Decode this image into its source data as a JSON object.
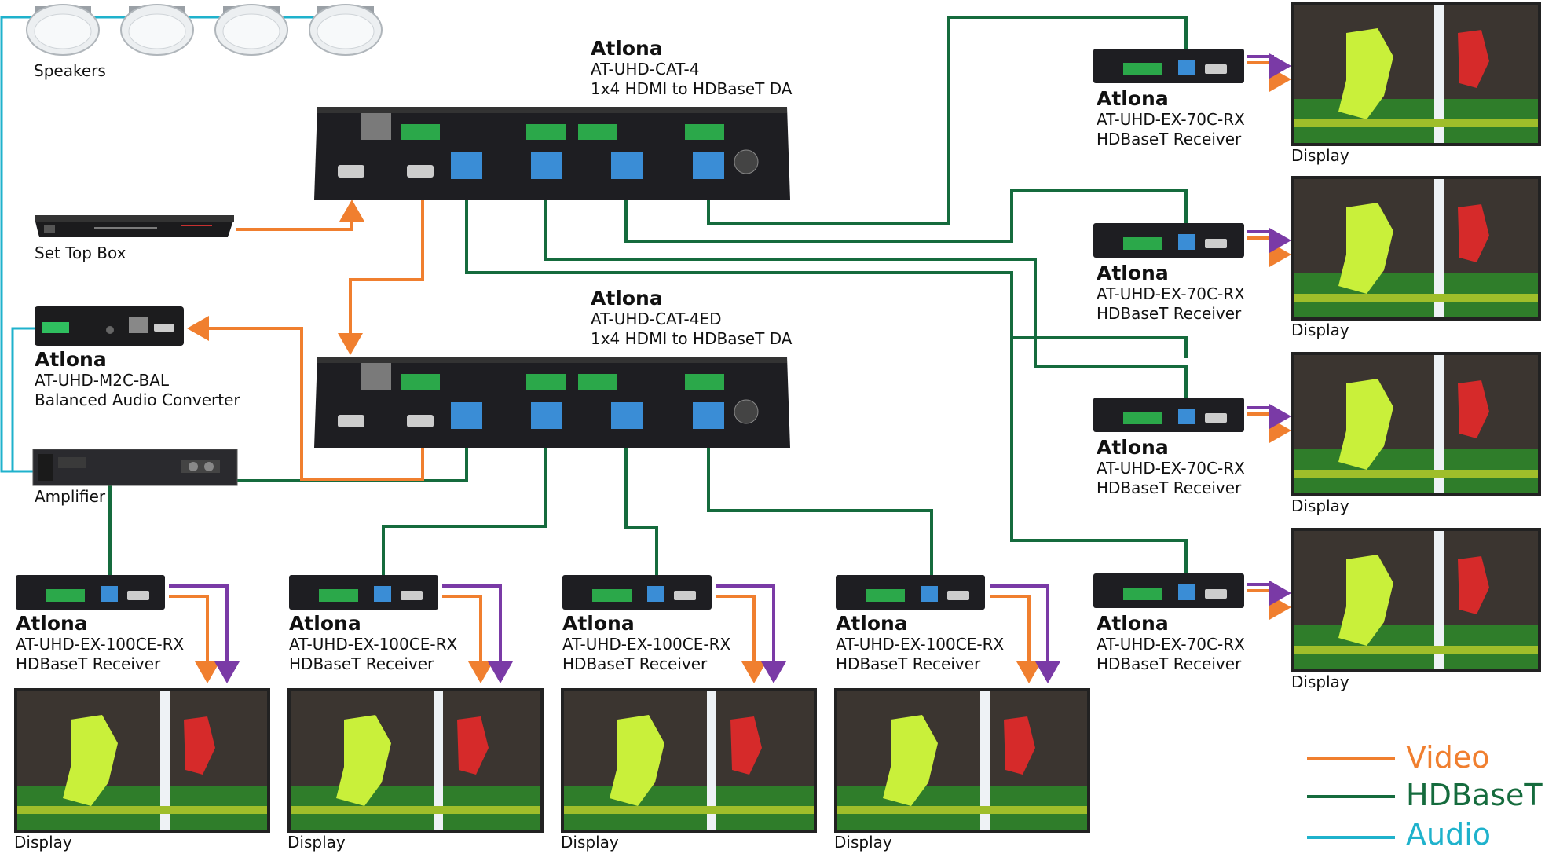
{
  "speakers": {
    "label": "Speakers"
  },
  "set_top_box": {
    "label": "Set Top Box"
  },
  "amplifier": {
    "label": "Amplifier"
  },
  "converter": {
    "brand": "Atlona",
    "model": "AT-UHD-M2C-BAL",
    "desc": "Balanced Audio Converter"
  },
  "da_top": {
    "brand": "Atlona",
    "model": "AT-UHD-CAT-4",
    "desc": "1x4 HDMI to HDBaseT DA"
  },
  "da_bottom": {
    "brand": "Atlona",
    "model": "AT-UHD-CAT-4ED",
    "desc": "1x4 HDMI to HDBaseT DA"
  },
  "receivers_right": [
    {
      "brand": "Atlona",
      "model": "AT-UHD-EX-70C-RX",
      "desc": "HDBaseT Receiver",
      "display": "Display"
    },
    {
      "brand": "Atlona",
      "model": "AT-UHD-EX-70C-RX",
      "desc": "HDBaseT Receiver",
      "display": "Display"
    },
    {
      "brand": "Atlona",
      "model": "AT-UHD-EX-70C-RX",
      "desc": "HDBaseT Receiver",
      "display": "Display"
    },
    {
      "brand": "Atlona",
      "model": "AT-UHD-EX-70C-RX",
      "desc": "HDBaseT Receiver",
      "display": "Display"
    }
  ],
  "receivers_bottom": [
    {
      "brand": "Atlona",
      "model": "AT-UHD-EX-100CE-RX",
      "desc": "HDBaseT Receiver",
      "display": "Display"
    },
    {
      "brand": "Atlona",
      "model": "AT-UHD-EX-100CE-RX",
      "desc": "HDBaseT Receiver",
      "display": "Display"
    },
    {
      "brand": "Atlona",
      "model": "AT-UHD-EX-100CE-RX",
      "desc": "HDBaseT Receiver",
      "display": "Display"
    },
    {
      "brand": "Atlona",
      "model": "AT-UHD-EX-100CE-RX",
      "desc": "HDBaseT Receiver",
      "display": "Display"
    }
  ],
  "legend": [
    {
      "label": "Video",
      "color": "#f07f2f"
    },
    {
      "label": "HDBaseT",
      "color": "#156b3d"
    },
    {
      "label": "Audio",
      "color": "#1fb2cc"
    }
  ],
  "colors": {
    "video": "#f07f2f",
    "hdbaset": "#156b3d",
    "audio": "#1fb2cc",
    "extra": "#7a3aa6"
  }
}
